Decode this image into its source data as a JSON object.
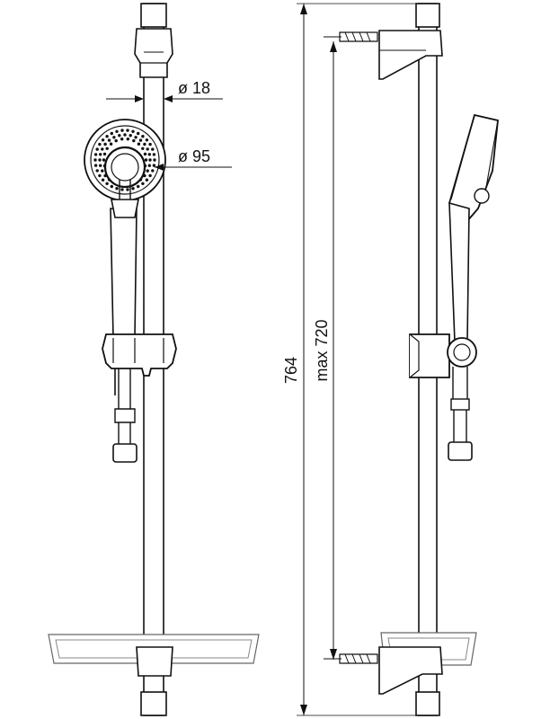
{
  "drawing": {
    "dimensions": {
      "rail_diameter": "ø 18",
      "head_diameter": "ø 95",
      "overall_height": "764",
      "fixing_distance": "max 720"
    },
    "colors": {
      "line": "#111111",
      "background": "#ffffff",
      "shelf_line": "#666666"
    }
  }
}
